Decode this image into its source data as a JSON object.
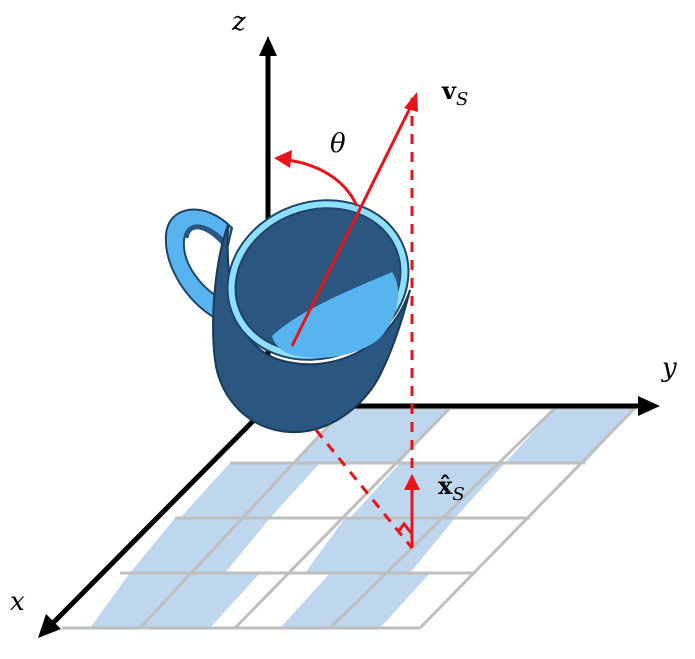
{
  "axes": {
    "x_label": "x",
    "y_label": "y",
    "z_label": "z"
  },
  "labels": {
    "theta": "θ",
    "v_main": "v",
    "v_sub": "S",
    "xhat_main": "x̂",
    "xhat_sub": "S"
  },
  "colors": {
    "axis": "#000000",
    "vector": "#e8141a",
    "tile_blue": "#bed7ee",
    "grid_line": "#bfbfbf",
    "mug_dark": "#2a5680",
    "mug_light": "#58b4ef",
    "mug_rim": "#8fe0ff"
  }
}
